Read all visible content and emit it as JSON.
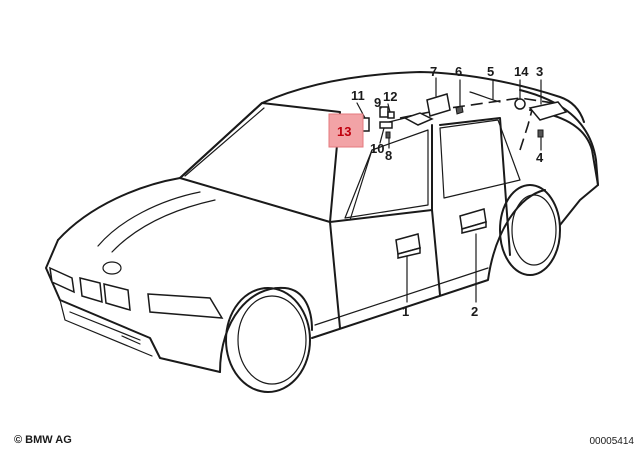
{
  "diagram": {
    "callouts": {
      "c1": "1",
      "c2": "2",
      "c3": "3",
      "c4": "4",
      "c5": "5",
      "c6": "6",
      "c7": "7",
      "c8": "8",
      "c9": "9",
      "c10": "10",
      "c11": "11",
      "c12": "12",
      "c13": "13",
      "c14": "14"
    },
    "highlighted_part": "13",
    "highlight_color": "#f2a3a6"
  },
  "footer": {
    "copyright": "© BMW AG",
    "drawing_number": "00005414"
  }
}
